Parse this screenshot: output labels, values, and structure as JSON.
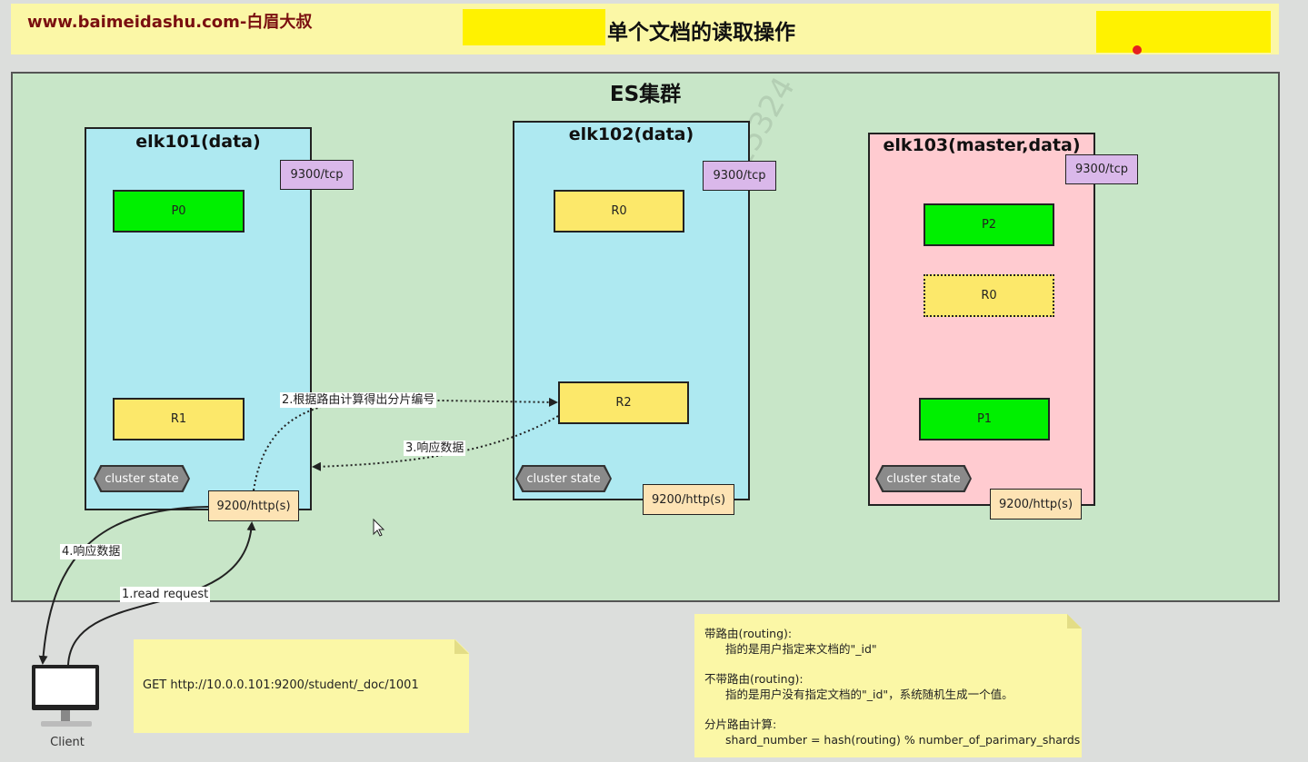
{
  "header": {
    "site": "www.baimeidashu.com-白眉大叔",
    "title": "单个文档的读取操作"
  },
  "cluster": {
    "title": "ES集群"
  },
  "nodes": [
    {
      "name": "elk101(data)",
      "tcp_port": "9300/tcp",
      "http_port": "9200/http(s)",
      "shards": [
        "P0",
        "R1"
      ],
      "cluster_state": "cluster state"
    },
    {
      "name": "elk102(data)",
      "tcp_port": "9300/tcp",
      "http_port": "9200/http(s)",
      "shards": [
        "R0",
        "R2"
      ],
      "cluster_state": "cluster state"
    },
    {
      "name": "elk103(master,data)",
      "tcp_port": "9300/tcp",
      "http_port": "9200/http(s)",
      "shards": [
        "P2",
        "R0",
        "P1"
      ],
      "cluster_state": "cluster state"
    }
  ],
  "steps": {
    "step1": "1.read request",
    "step2": "2.根据路由计算得出分片编号",
    "step3": "3.响应数据",
    "step4": "4.响应数据"
  },
  "client": {
    "label": "Client"
  },
  "request_note": {
    "text": "GET http://10.0.0.101:9200/student/_doc/1001"
  },
  "routing_note": {
    "line1": "带路由(routing):",
    "line2": "指的是用户指定来文档的\"_id\"",
    "line3": "不带路由(routing):",
    "line4": "指的是用户没有指定文档的\"_id\"，系统随机生成一个值。",
    "line5": "分片路由计算:",
    "line6": "shard_number = hash(routing) % number_of_parimary_shards"
  },
  "watermark": "张一杰 +8617890015324",
  "colors": {
    "cluster_bg": "#c8e6c8",
    "node_data_bg": "#aee9f1",
    "node_master_bg": "#ffcbd0",
    "primary_shard": "#00f000",
    "replica_shard": "#fce86a",
    "tcp_port": "#dab8ea",
    "http_port": "#fde3b4",
    "note_bg": "#fbf7a6",
    "highlight": "#fff200"
  }
}
